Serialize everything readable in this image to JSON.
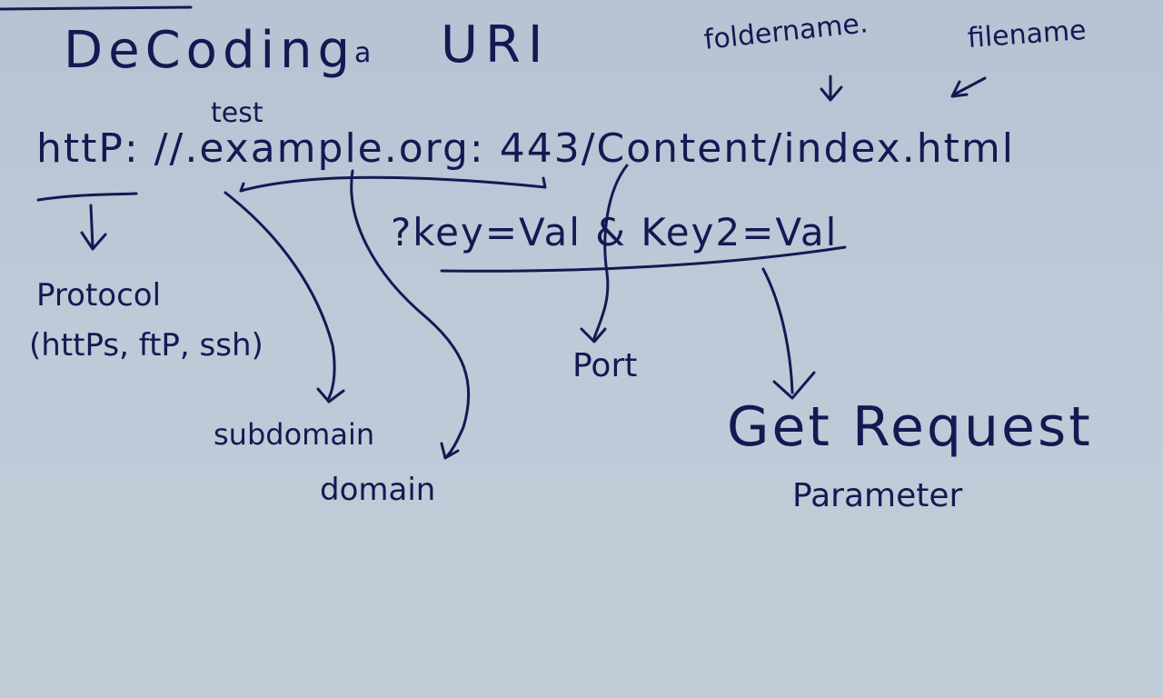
{
  "title": {
    "main": "DeCoding",
    "a": "a",
    "uri": "URI"
  },
  "url": {
    "line1": "httP: //.example.org: 443/Content/index.html",
    "line2": "?key=Val & Key2=Val"
  },
  "labels": {
    "test": "test",
    "foldername": "foldername.",
    "filename": "filename",
    "protocol": "Protocol",
    "protocol_options": "(httPs, ftP, ssh)",
    "subdomain": "subdomain",
    "domain": "domain",
    "port": "Port",
    "get_request": "Get Request",
    "parameter": "Parameter"
  }
}
